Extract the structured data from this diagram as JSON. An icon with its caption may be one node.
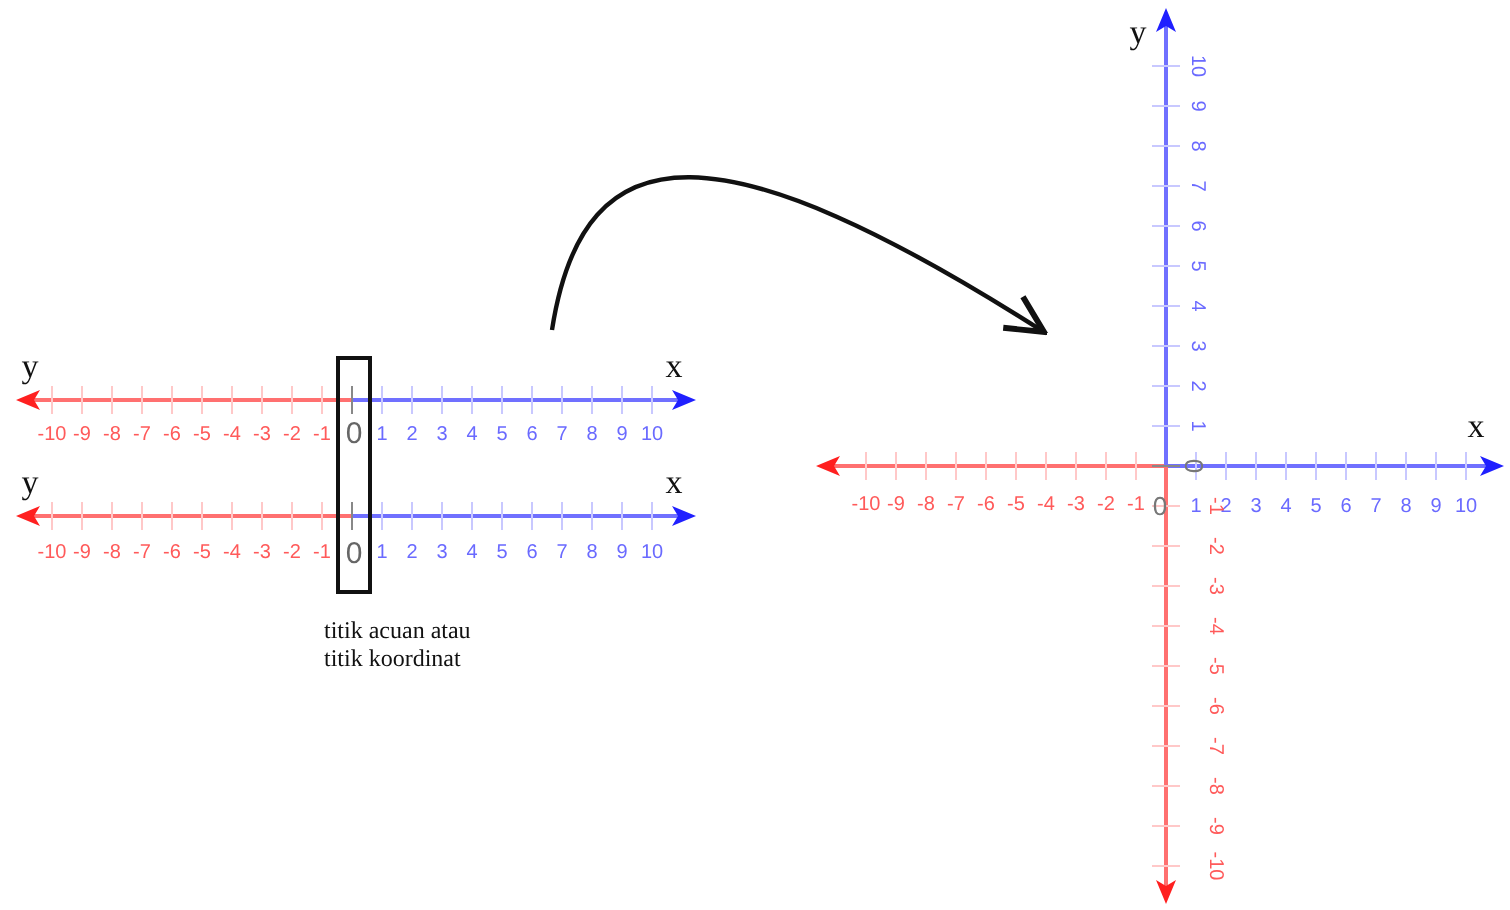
{
  "diagram": {
    "nodes": [
      {
        "text": [],
        "shape": "picture"
      },
      {
        "text": [
          "0",
          "0"
        ],
        "beside": [
          "titik acuan atau titik koordinat"
        ]
      },
      {
        "text": [],
        "shape": "picture"
      }
    ],
    "edges": [
      {
        "from": 0,
        "to": 2,
        "arrow": "to"
      }
    ],
    "labels": [
      "y",
      "x",
      "-10",
      "-9",
      "-8",
      "-7",
      "-6",
      "-5",
      "-4",
      "-3",
      "-2",
      "-1",
      "1",
      "2",
      "3",
      "4",
      "5",
      "6",
      "7",
      "8",
      "9",
      "10",
      "y",
      "x",
      "-10",
      "-9",
      "-8",
      "-7",
      "-6",
      "-5",
      "-4",
      "-3",
      "-2",
      "-1",
      "1",
      "2",
      "3",
      "4",
      "5",
      "6",
      "7",
      "8",
      "9",
      "10",
      "y",
      "x",
      "-10",
      "-9",
      "-8",
      "-7",
      "-6",
      "-5",
      "-4",
      "-3",
      "-2",
      "-1",
      "0",
      "1",
      "2",
      "3",
      "4",
      "5",
      "6",
      "7",
      "8",
      "9",
      "10",
      "1",
      "2",
      "3",
      "4",
      "5",
      "6",
      "7",
      "8",
      "9",
      "10",
      "0",
      "-1",
      "-2",
      "-3",
      "-4",
      "-5",
      "-6",
      "-7",
      "-8",
      "-9",
      "-10"
    ]
  }
}
